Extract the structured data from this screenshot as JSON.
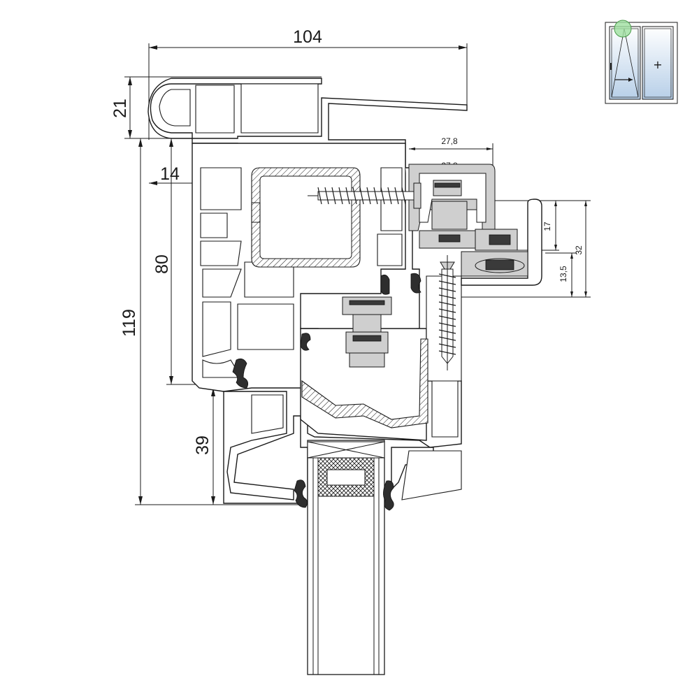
{
  "dimensions": {
    "overall_width": "104",
    "overall_height": "119",
    "lip_height": "21",
    "offset_left": "14",
    "frame_height": "80",
    "bottom_height": "39",
    "hardware_top": "27,8",
    "hardware_inner": "27,8",
    "hinge_17": "17",
    "hinge_32": "32",
    "hinge_13_5": "13,5"
  },
  "thumbnail": {
    "plus_sign": "+",
    "glass_color": "#b7cfe8",
    "marker_color": "#9fe0a0"
  },
  "colors": {
    "line": "#1a1a1a",
    "metal": "#cfcfcf",
    "gasket": "#2e2e2e"
  }
}
